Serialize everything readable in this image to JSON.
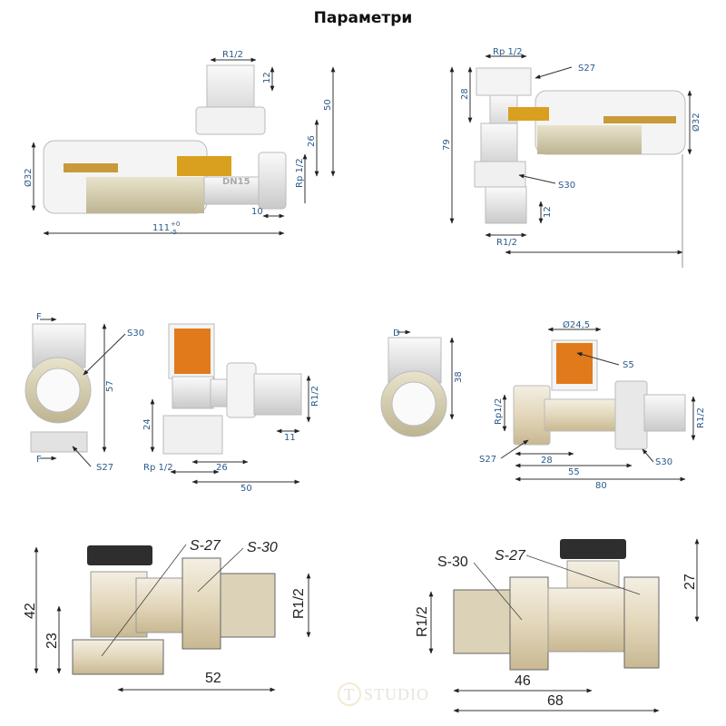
{
  "title": "Параметри",
  "drawings": [
    {
      "id": "angle-thermostatic-top-left",
      "labels": {
        "thread_top": "R1/2",
        "h12": "12",
        "h50": "50",
        "h26": "26",
        "dia": "Ø32",
        "thread_side": "Rp 1/2",
        "len10": "10",
        "total": "111",
        "tol_upper": "+0",
        "tol_lower": "-5",
        "dn": "DN15"
      }
    },
    {
      "id": "angle-thermostatic-top-right",
      "labels": {
        "thread_top": "Rp 1/2",
        "s27": "S27",
        "h28": "28",
        "h79": "79",
        "dia": "Ø32",
        "s30": "S30",
        "h12": "12",
        "thread_bottom": "R1/2"
      }
    },
    {
      "id": "angle-lockshield-middle-left",
      "labels": {
        "f_top": "F",
        "f_bottom": "F",
        "s30": "S30",
        "h57": "57",
        "s27": "S27",
        "r12": "R1/2",
        "h24": "24",
        "len11": "11",
        "rp12": "Rp 1/2",
        "len26": "26",
        "len50": "50"
      }
    },
    {
      "id": "straight-lockshield-middle-right",
      "labels": {
        "d": "D",
        "h38": "38",
        "dia": "Ø24,5",
        "s5": "S5",
        "rp12": "Rp1/2",
        "r12": "R1/2",
        "s27": "S27",
        "s30": "S30",
        "len28": "28",
        "len55": "55",
        "len80": "80"
      }
    },
    {
      "id": "angle-valve-bottom-left",
      "labels": {
        "s27": "S-27",
        "s30": "S-30",
        "h42": "42",
        "h23": "23",
        "r12": "R1/2",
        "len52": "52"
      }
    },
    {
      "id": "straight-valve-bottom-right",
      "labels": {
        "s30": "S-30",
        "s27": "S-27",
        "h27": "27",
        "r12": "R1/2",
        "len46": "46",
        "len68": "68"
      }
    }
  ],
  "watermark": {
    "logo_letter": "T",
    "text": "STUDIO"
  },
  "colors": {
    "dim_text": "#2a5a8a",
    "brass": "#e8dcc0",
    "cap": "#2e2e2e",
    "orange": "#e07a1a"
  }
}
